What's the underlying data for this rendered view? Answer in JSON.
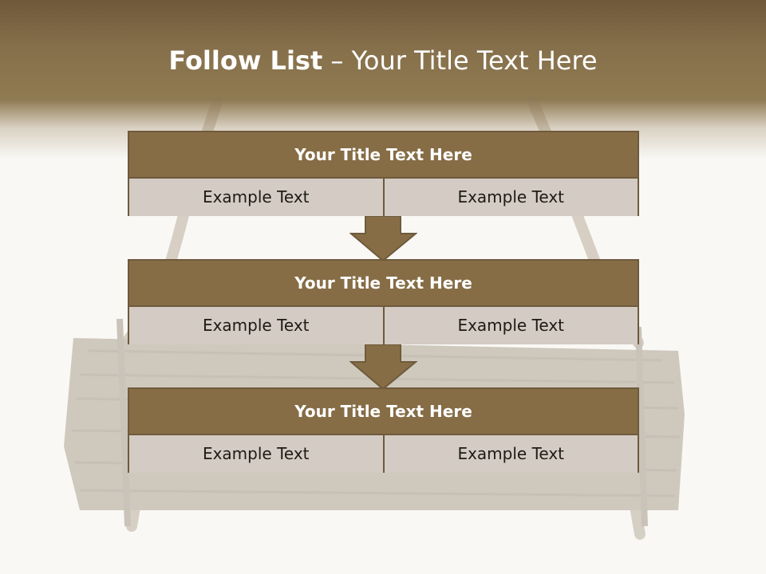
{
  "slide": {
    "title_bold": "Follow List",
    "title_rest": " – Your Title Text Here"
  },
  "steps": [
    {
      "title": "Your Title Text Here",
      "left": "Example Text",
      "right": "Example Text"
    },
    {
      "title": "Your Title Text Here",
      "left": "Example Text",
      "right": "Example Text"
    },
    {
      "title": "Your Title Text Here",
      "left": "Example Text",
      "right": "Example Text"
    }
  ],
  "colors": {
    "header": "#8f7a52",
    "step_title_bg": "#866d46",
    "cell_bg": "#d3cbc4",
    "border": "#6e5a3c"
  }
}
